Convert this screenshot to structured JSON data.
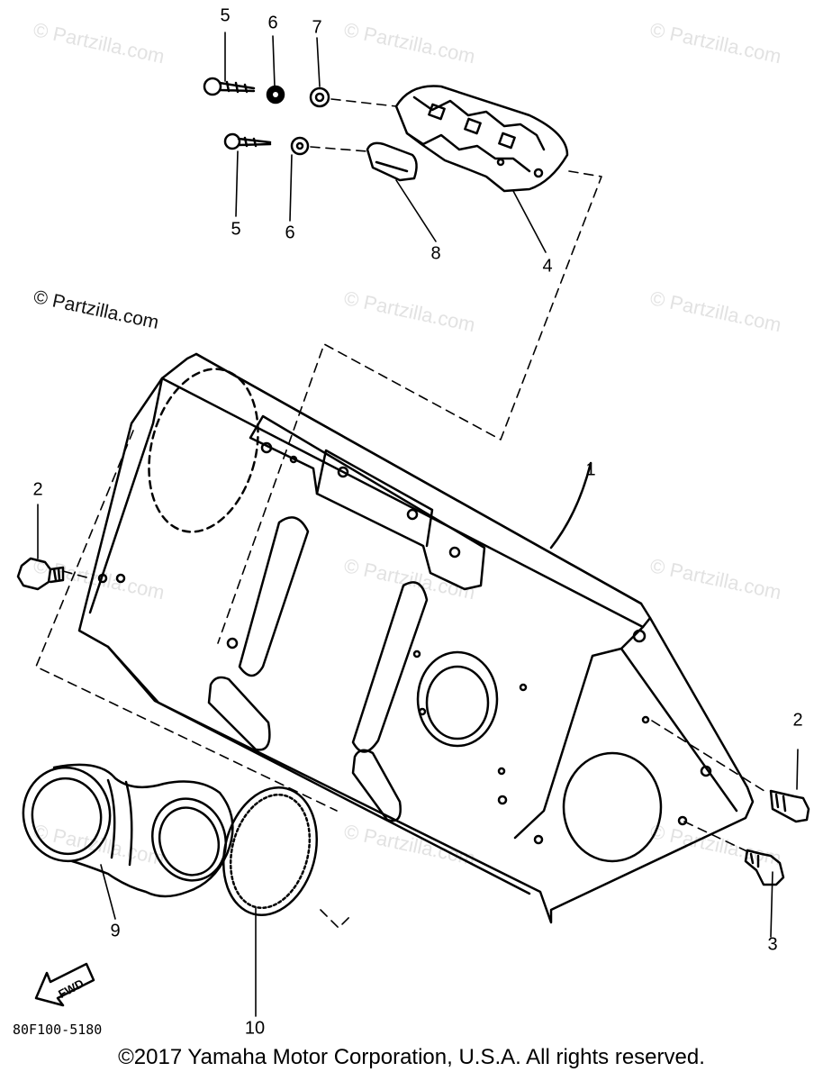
{
  "watermark": {
    "text": "© Partzilla.com"
  },
  "callouts": {
    "n1": "1",
    "n2a": "2",
    "n2b": "2",
    "n3": "3",
    "n4": "4",
    "n5a": "5",
    "n5b": "5",
    "n6a": "6",
    "n6b": "6",
    "n7": "7",
    "n8": "8",
    "n9": "9",
    "n10": "10"
  },
  "fwd_label": "FWD",
  "diagram_code": "80F100-5180",
  "copyright": "©2017 Yamaha Motor Corporation, U.S.A. All rights reserved."
}
